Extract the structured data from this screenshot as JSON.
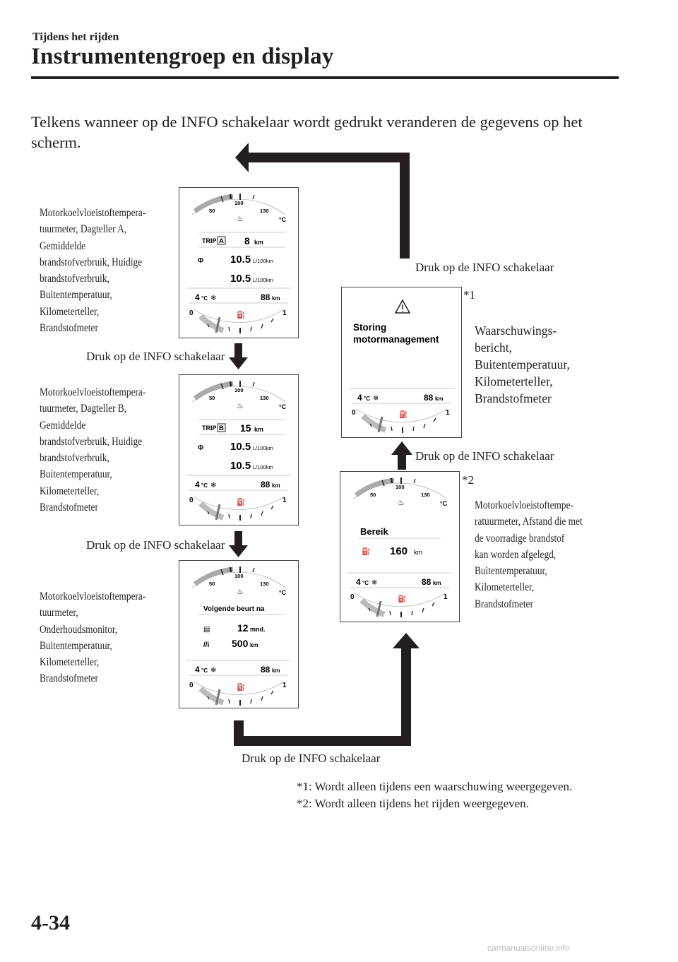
{
  "header": {
    "section": "Tijdens het rijden",
    "title": "Instrumentengroep en display"
  },
  "intro": "Telkens wanneer op de INFO schakelaar wordt gedrukt veranderen de gegevens op het scherm.",
  "press_label": "Druk op de INFO schakelaar",
  "descriptions": {
    "trip_a": [
      "Motorkoelvloeistoftempera-",
      "tuurmeter, Dagteller A,",
      "Gemiddelde",
      "brandstofverbruik, Huidige",
      "brandstofverbruik,",
      "Buitentemperatuur,",
      "Kilometerteller,",
      "Brandstofmeter"
    ],
    "trip_b": [
      "Motorkoelvloeistoftempera-",
      "tuurmeter, Dagteller B,",
      "Gemiddelde",
      "brandstofverbruik, Huidige",
      "brandstofverbruik,",
      "Buitentemperatuur,",
      "Kilometerteller,",
      "Brandstofmeter"
    ],
    "service": [
      "Motorkoelvloeistoftempera-",
      "tuurmeter,",
      "Onderhoudsmonitor,",
      "Buitentemperatuur,",
      "Kilometerteller,",
      "Brandstofmeter"
    ],
    "warning": [
      "Waarschuwings-",
      "bericht,",
      "Buitentemperatuur,",
      "Kilometerteller,",
      "Brandstofmeter"
    ],
    "range": [
      "Motorkoelvloeistoftempe-",
      "ratuurmeter, Afstand die met",
      "de voorradige brandstof",
      "kan worden afgelegd,",
      "Buitentemperatuur,",
      "Kilometerteller,",
      "Brandstofmeter"
    ]
  },
  "markers": {
    "one": "*1",
    "two": "*2"
  },
  "footnotes": [
    "*1: Wordt alleen tijdens een waarschuwing weergegeven.",
    "*2: Wordt alleen tijdens het rijden weergegeven."
  ],
  "gauge": {
    "t50": "50",
    "t100": "100",
    "t130": "130",
    "deg": "°C",
    "temp_out": "4",
    "temp_unit": "°C",
    "odo": "88",
    "odo_unit": "km",
    "fuel_empty": "0",
    "fuel_full": "1"
  },
  "panel_a": {
    "trip": "TRIP",
    "trip_letter": "A",
    "trip_value": "8",
    "trip_unit": "km",
    "avg": "10.5",
    "cur": "10.5",
    "cons_unit": "L/100km"
  },
  "panel_b": {
    "trip": "TRIP",
    "trip_letter": "B",
    "trip_value": "15",
    "trip_unit": "km",
    "avg": "10.5",
    "cur": "10.5",
    "cons_unit": "L/100km"
  },
  "panel_c": {
    "heading": "Volgende beurt na",
    "months": "12",
    "months_unit": "mnd.",
    "dist": "500",
    "dist_unit": "km"
  },
  "panel_w": {
    "line1": "Storing",
    "line2": "motormanagement"
  },
  "panel_r": {
    "heading": "Bereik",
    "value": "160",
    "unit": "km"
  },
  "page_number": "4-34",
  "watermark": "carmanualsonline.info"
}
